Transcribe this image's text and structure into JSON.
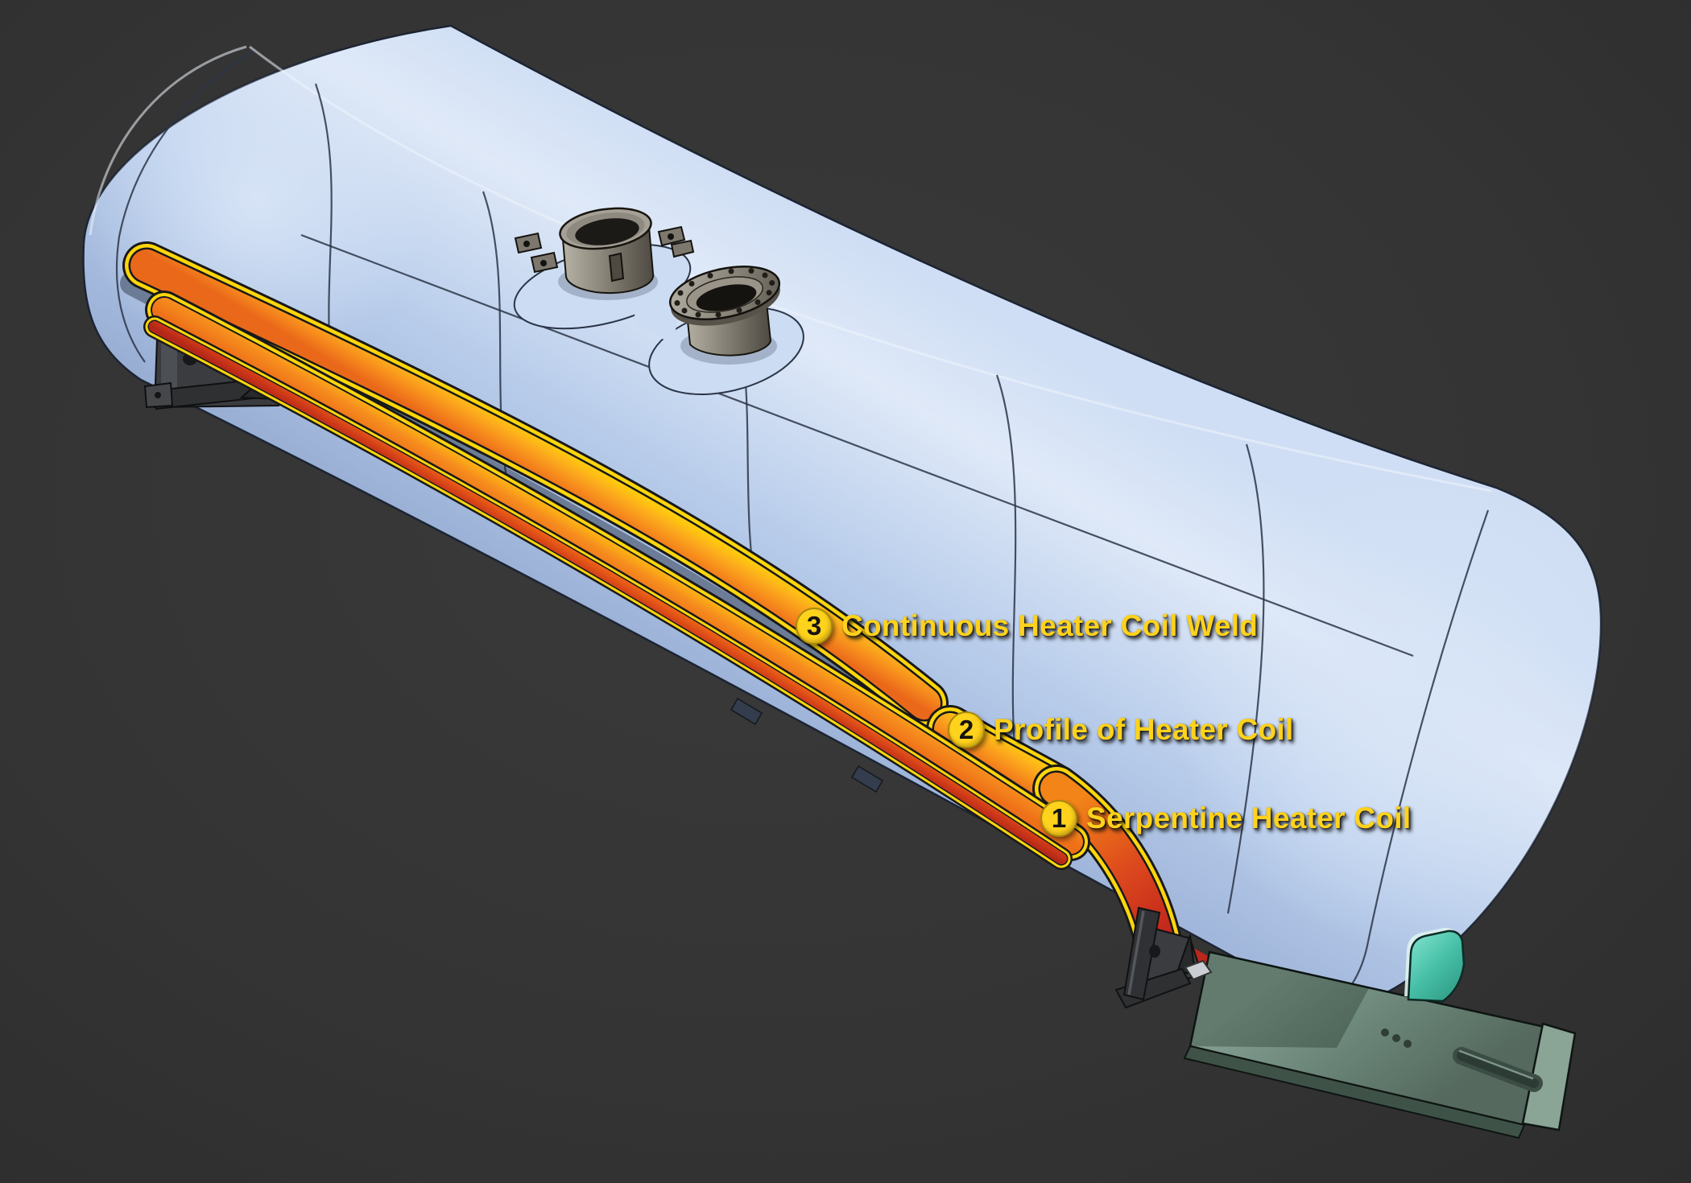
{
  "figure": {
    "subject": "Storage tank with serpentine heater coil cutaway illustration",
    "background_color": "#343434",
    "callouts": [
      {
        "number": "1",
        "label": "Serpentine Heater Coil"
      },
      {
        "number": "2",
        "label": "Profile of Heater Coil"
      },
      {
        "number": "3",
        "label": "Continuous Heater Coil Weld"
      }
    ],
    "colors": {
      "callout_yellow": "#ffd21c",
      "coil_edge_yellow": "#ffd60b",
      "coil_orange": "#f5861c",
      "coil_red": "#bf231c",
      "tank_blue": "#b9cdeb",
      "fitting_gray": "#948f83",
      "support_gray": "#3a3c3f",
      "skid_green": "#6a8578",
      "wedge_teal": "#46bfa6"
    }
  }
}
